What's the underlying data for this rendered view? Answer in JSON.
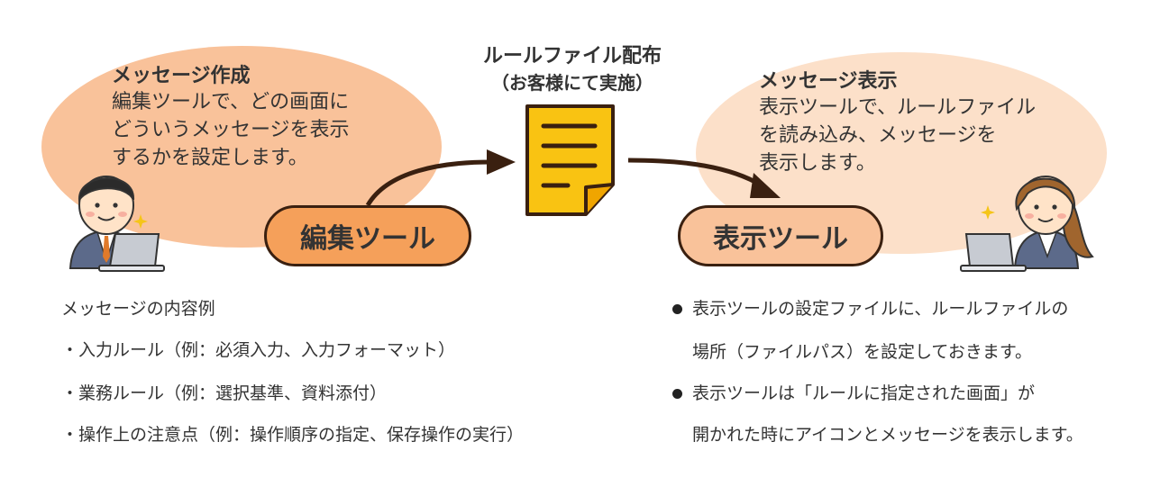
{
  "left_blob": {
    "title": "メッセージ作成",
    "lines": [
      "編集ツールで、どの画面に",
      "どういうメッセージを表示",
      "するかを設定します。"
    ]
  },
  "right_blob": {
    "title": "メッセージ表示",
    "lines": [
      "表示ツールで、ルールファイル",
      "を読み込み、メッセージを",
      "表示します。"
    ]
  },
  "center": {
    "title": "ルールファイル配布",
    "subtitle": "（お客様にて実施）"
  },
  "edit_tool_label": "編集ツール",
  "display_tool_label": "表示ツール",
  "left_list": {
    "heading": "メッセージの内容例",
    "items": [
      "・入力ルール（例：必須入力、入力フォーマット）",
      "・業務ルール（例：選択基準、資料添付）",
      "・操作上の注意点（例：操作順序の指定、保存操作の実行）"
    ]
  },
  "right_list": {
    "lines": [
      "表示ツールの設定ファイルに、ルールファイルの",
      "場所（ファイルパス）を設定しておきます。",
      "表示ツールは「ルールに指定された画面」が",
      "開かれた時にアイコンとメッセージを表示します。"
    ]
  },
  "colors": {
    "left_blob": "#f9c29a",
    "right_blob": "#fce0c9",
    "edit_pill": "#f5a05a",
    "display_pill": "#f9c29a",
    "document": "#f9c312",
    "outline": "#3a2010"
  },
  "icons": [
    "document-icon",
    "arrow-icon",
    "businessman-icon",
    "businesswoman-icon",
    "laptop-icon",
    "sparkle-icon"
  ]
}
